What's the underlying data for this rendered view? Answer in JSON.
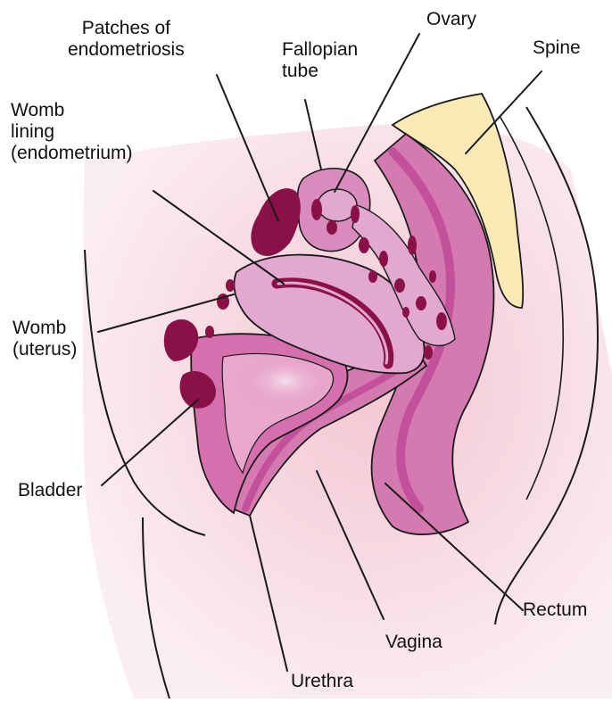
{
  "colors": {
    "background": "#ffffff",
    "skin_blush": "#f3cfd7",
    "tissue_light": "#e8b8cf",
    "tissue_mid": "#d47ab0",
    "tissue_deep": "#c2509a",
    "endometriosis": "#8a1048",
    "spine": "#fbeab6",
    "outline": "#1a1a1a"
  },
  "labels": {
    "patches": [
      "Patches of",
      "endometriosis"
    ],
    "fallopian": [
      "Fallopian",
      "tube"
    ],
    "ovary": "Ovary",
    "spine": "Spine",
    "womb_lining": [
      "Womb",
      "lining",
      "(endometrium)"
    ],
    "womb": [
      "Womb",
      "(uterus)"
    ],
    "bladder": "Bladder",
    "rectum": "Rectum",
    "vagina": "Vagina",
    "urethra": "Urethra"
  }
}
